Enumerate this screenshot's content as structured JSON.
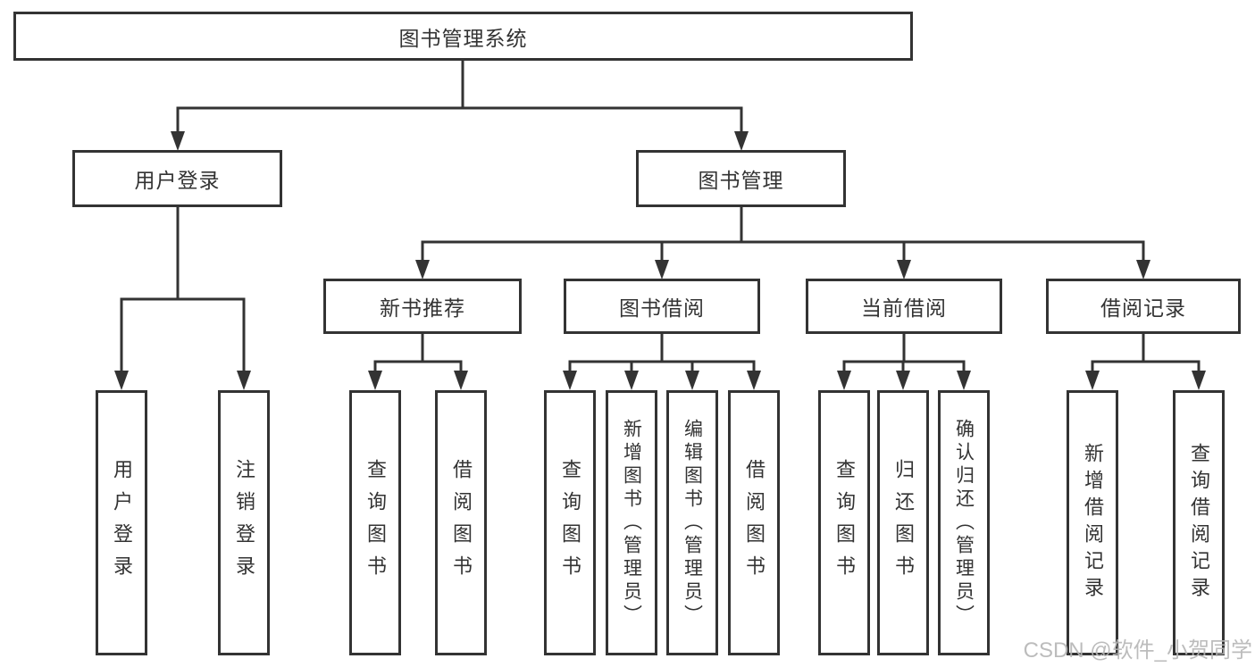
{
  "diagram": {
    "root": {
      "label": "图书管理系统",
      "children": [
        {
          "label": "用户登录",
          "children": [
            {
              "label": "用户登录"
            },
            {
              "label": "注销登录"
            }
          ]
        },
        {
          "label": "图书管理",
          "children": [
            {
              "label": "新书推荐",
              "children": [
                {
                  "label": "查询图书"
                },
                {
                  "label": "借阅图书"
                }
              ]
            },
            {
              "label": "图书借阅",
              "children": [
                {
                  "label": "查询图书"
                },
                {
                  "label": "新增图书（管理员）"
                },
                {
                  "label": "编辑图书（管理员）"
                },
                {
                  "label": "借阅图书"
                }
              ]
            },
            {
              "label": "当前借阅",
              "children": [
                {
                  "label": "查询图书"
                },
                {
                  "label": "归还图书"
                },
                {
                  "label": "确认归还（管理员）"
                }
              ]
            },
            {
              "label": "借阅记录",
              "children": [
                {
                  "label": "新增借阅记录"
                },
                {
                  "label": "查询借阅记录"
                }
              ]
            }
          ]
        }
      ]
    },
    "colors": {
      "line": "#333333",
      "text": "#333333",
      "watermark": "#b5b5b5",
      "background": "#ffffff"
    }
  },
  "watermark": {
    "text": "CSDN @软件_小贺同学"
  }
}
